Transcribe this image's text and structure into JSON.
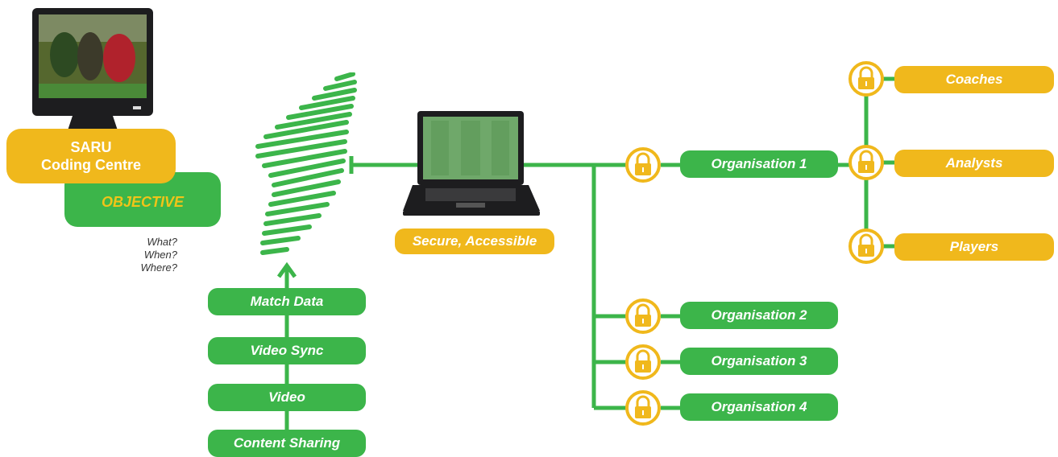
{
  "colors": {
    "green": "#3cb54a",
    "gold": "#f0b81c"
  },
  "left_panel": {
    "centre_title_line1": "SARU",
    "centre_title_line2": "Coding Centre",
    "objective": "OBJECTIVE",
    "questions": [
      "What?",
      "When?",
      "Where?"
    ]
  },
  "inputs": [
    "Match Data",
    "Video Sync",
    "Video",
    "Content Sharing"
  ],
  "laptop_caption": "Secure, Accessible",
  "organisations": [
    "Organisation 1",
    "Organisation 2",
    "Organisation 3",
    "Organisation 4"
  ],
  "roles": [
    "Coaches",
    "Analysts",
    "Players"
  ],
  "icons": {
    "tv": "tv-icon",
    "laptop": "laptop-icon",
    "lock": "lock-icon",
    "signal": "signal-wave-icon",
    "arrow": "arrow-up-icon"
  }
}
